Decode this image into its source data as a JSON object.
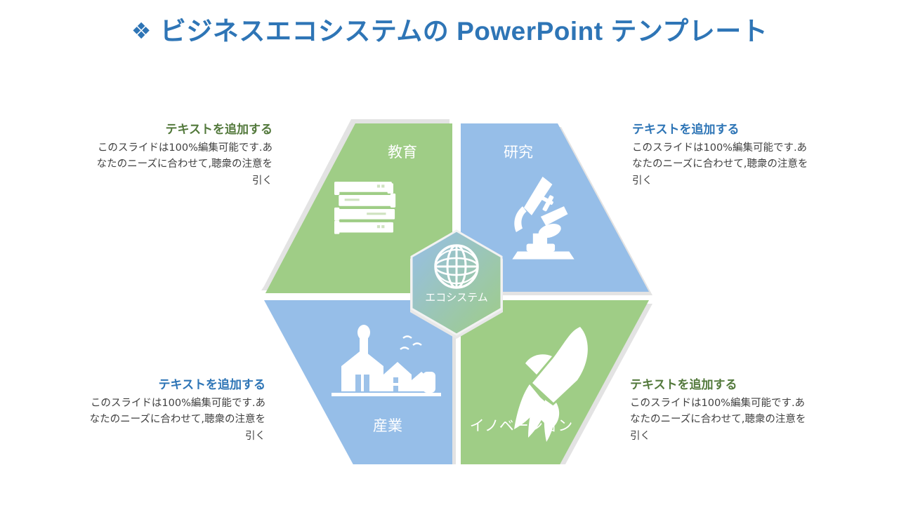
{
  "slide": {
    "bullet": "❖",
    "title": "ビジネスエコシステムの PowerPoint テンプレート",
    "title_color": "#2e75b6",
    "background": "#ffffff"
  },
  "palette": {
    "green": "#9fcd86",
    "blue": "#96bee8",
    "green_text": "#53793c",
    "blue_text": "#2e75b6",
    "body_text": "#404040",
    "segment_border": "#e3e3e3",
    "icon_fill": "#ffffff"
  },
  "text_blocks": [
    {
      "id": "top-left",
      "heading": "テキストを追加する",
      "heading_color": "#53793c",
      "body": "このスライドは100%編集可能です.あなたのニーズに合わせて,聴衆の注意を引く",
      "align": "right"
    },
    {
      "id": "top-right",
      "heading": "テキストを追加する",
      "heading_color": "#2e75b6",
      "body": "このスライドは100%編集可能です.あなたのニーズに合わせて,聴衆の注意を引く",
      "align": "left"
    },
    {
      "id": "bottom-left",
      "heading": "テキストを追加する",
      "heading_color": "#2e75b6",
      "body": "このスライドは100%編集可能です.あなたのニーズに合わせて,聴衆の注意を引く",
      "align": "right"
    },
    {
      "id": "bottom-right",
      "heading": "テキストを追加する",
      "heading_color": "#53793c",
      "body": "このスライドは100%編集可能です.あなたのニーズに合わせて,聴衆の注意を引く",
      "align": "left"
    }
  ],
  "diagram": {
    "type": "hexagon-4-segment",
    "center": {
      "label": "エコシステム",
      "icon": "globe-icon",
      "gradient_from": "#96bee8",
      "gradient_to": "#9fcd86"
    },
    "segments": [
      {
        "id": "education",
        "label": "教育",
        "color": "#9fcd86",
        "icon": "books-icon"
      },
      {
        "id": "research",
        "label": "研究",
        "color": "#96bee8",
        "icon": "microscope-icon"
      },
      {
        "id": "industry",
        "label": "産業",
        "color": "#96bee8",
        "icon": "factory-icon"
      },
      {
        "id": "innovation",
        "label": "イノベーション",
        "color": "#9fcd86",
        "icon": "rocket-icon"
      }
    ]
  }
}
